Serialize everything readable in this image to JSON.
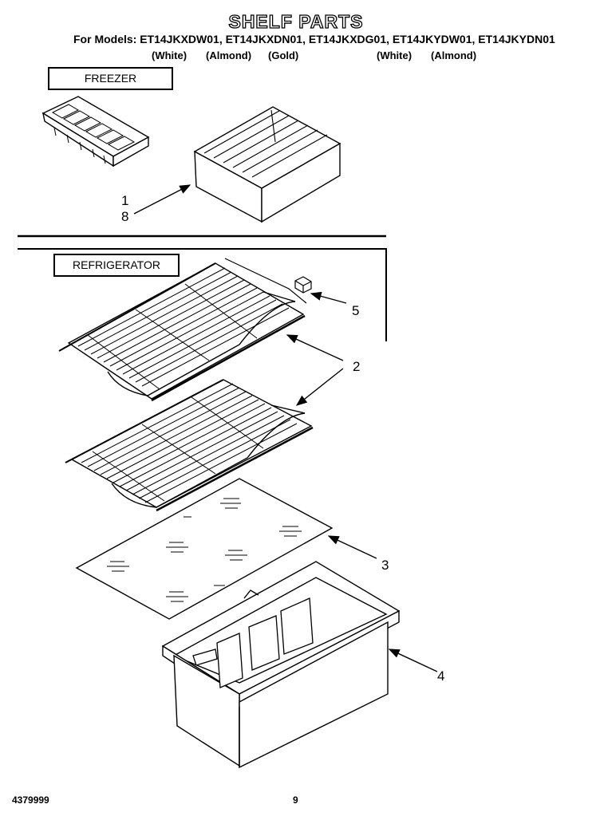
{
  "header": {
    "title": "SHELF PARTS",
    "models_line": "For Models: ET14JKXDW01, ET14JKXDN01, ET14JKXDG01, ET14JKYDW01, ET14JKYDN01",
    "colors": [
      "(White)",
      "(Almond)",
      "(Gold)",
      "(White)",
      "(Almond)"
    ]
  },
  "sections": {
    "freezer": "FREEZER",
    "refrigerator": "REFRIGERATOR"
  },
  "callouts": [
    "1",
    "8",
    "5",
    "2",
    "3",
    "4"
  ],
  "footer": {
    "doc_number": "4379999",
    "page_number": "9"
  }
}
